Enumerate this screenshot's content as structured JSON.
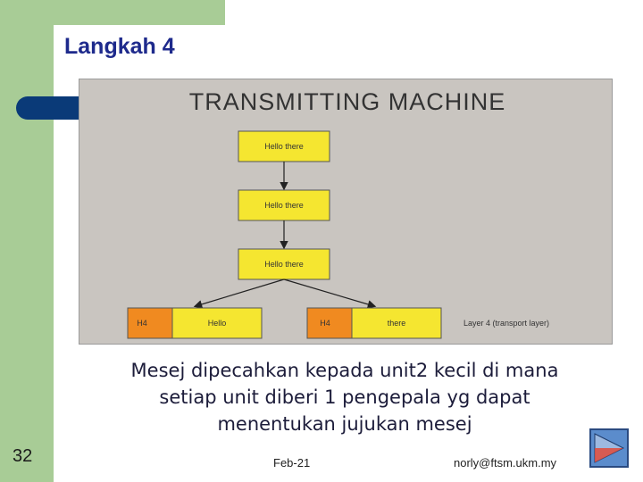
{
  "slide": {
    "title": "Langkah 4",
    "number": "32",
    "date": "Feb-21",
    "email": "norly@ftsm.ukm.my",
    "caption_lines": [
      "Mesej dipecahkan kepada unit2 kecil di mana",
      "setiap unit diberi 1 pengepala yg dapat",
      "menentukan jujukan mesej"
    ]
  },
  "diagram": {
    "heading": "TRANSMITTING MACHINE",
    "boxes": [
      "Hello there",
      "Hello there",
      "Hello there"
    ],
    "packets": [
      {
        "header": "H4",
        "payload": "Hello"
      },
      {
        "header": "H4",
        "payload": "there"
      }
    ],
    "layer_label": "Layer 4 (transport layer)"
  },
  "colors": {
    "title": "#1e2a8c",
    "sidebar_green": "#a8cc96",
    "box_yellow": "#f5e630",
    "header_orange": "#f08a20",
    "nav_button": "#4a7ab8"
  },
  "icons": {
    "next_slide": "play-triangle-icon"
  }
}
